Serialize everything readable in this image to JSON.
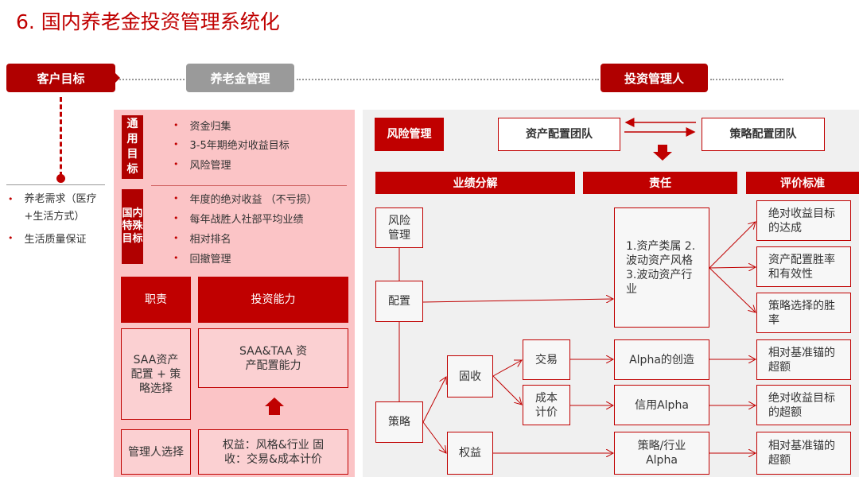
{
  "title": "6. 国内养老金投资管理系统化",
  "stages": {
    "client": "客户目标",
    "pension": "养老金管理",
    "manager": "投资管理人"
  },
  "client_needs": [
    "养老需求（医疗+生活方式）",
    "生活质量保证"
  ],
  "pension_mgmt": {
    "general_label": "通用目标",
    "general_items": [
      "资金归集",
      "3-5年期绝对收益目标",
      "风险管理"
    ],
    "special_label": "国内特殊目标",
    "special_items": [
      "年度的绝对收益 （不亏损）",
      "每年战胜人社部平均业绩",
      "相对排名",
      "回撤管理"
    ],
    "duty_header": "职责",
    "ability_header": "投资能力",
    "duty_1": "SAA资产配置 + 策略选择",
    "ability_1": "SAA&TAA 资产配置能力",
    "duty_2": "管理人选择",
    "ability_2": "权益：风格&行业 固收：交易&成本计价"
  },
  "manager": {
    "risk_label": "风险管理",
    "team_asset": "资产配置团队",
    "team_strategy": "策略配置团队",
    "headers": [
      "业绩分解",
      "责任",
      "评价标准"
    ],
    "decomp": {
      "risk": "风险管理",
      "alloc": "配置",
      "strategy": "策略",
      "fixed": "固收",
      "equity": "权益",
      "trade": "交易",
      "cost": "成本计价"
    },
    "resp": {
      "alloc": "1.资产类属 2.波动资产风格 3.波动资产行业",
      "alpha": "Alpha的创造",
      "credit": "信用Alpha",
      "sector": "策略/行业Alpha"
    },
    "eval": [
      "绝对收益目标的达成",
      "资产配置胜率和有效性",
      "策略选择的胜率",
      "相对基准锚的超额",
      "绝对收益目标的超额",
      "相对基准锚的超额"
    ]
  }
}
